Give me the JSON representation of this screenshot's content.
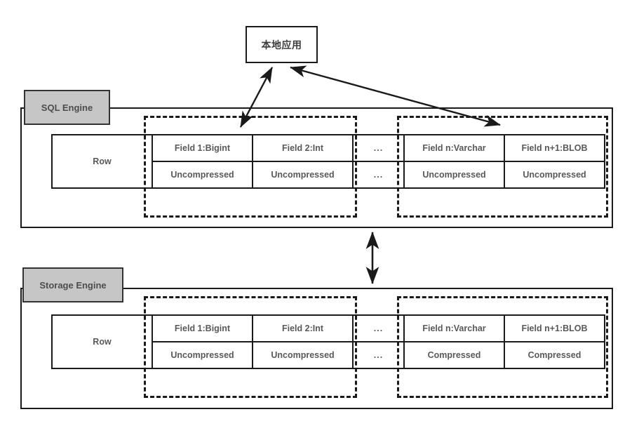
{
  "diagram": {
    "title": "Row storage compression between SQL Engine and Storage Engine",
    "colors": {
      "stroke": "#1a1a1a",
      "tab_fill": "#c6c6c6",
      "tab_stroke": "#333333",
      "text": "#595959",
      "background": "#ffffff"
    }
  },
  "app_node": {
    "label": "本地应用"
  },
  "engines": [
    {
      "id": "sql",
      "tab_label": "SQL Engine",
      "row_label": "Row",
      "ellipsis": "...",
      "groups": [
        {
          "id": "sql-left-group",
          "fields": [
            {
              "name": "Field 1:Bigint",
              "state": "Uncompressed"
            },
            {
              "name": "Field 2:Int",
              "state": "Uncompressed"
            }
          ]
        },
        {
          "id": "sql-right-group",
          "fields": [
            {
              "name": "Field n:Varchar",
              "state": "Uncompressed"
            },
            {
              "name": "Field n+1:BLOB",
              "state": "Uncompressed"
            }
          ]
        }
      ]
    },
    {
      "id": "storage",
      "tab_label": "Storage Engine",
      "row_label": "Row",
      "ellipsis": "...",
      "groups": [
        {
          "id": "storage-left-group",
          "fields": [
            {
              "name": "Field 1:Bigint",
              "state": "Uncompressed"
            },
            {
              "name": "Field 2:Int",
              "state": "Uncompressed"
            }
          ]
        },
        {
          "id": "storage-right-group",
          "fields": [
            {
              "name": "Field n:Varchar",
              "state": "Compressed"
            },
            {
              "name": "Field n+1:BLOB",
              "state": "Compressed"
            }
          ]
        }
      ]
    }
  ],
  "connectors": [
    {
      "id": "app-to-sql-left",
      "style": "double-arrow",
      "from": "本地应用",
      "to": "sql-left-group"
    },
    {
      "id": "app-to-sql-right",
      "style": "double-arrow",
      "from": "本地应用",
      "to": "sql-right-group"
    },
    {
      "id": "sql-to-storage",
      "style": "double-arrow",
      "from": "SQL Engine",
      "to": "Storage Engine"
    }
  ]
}
